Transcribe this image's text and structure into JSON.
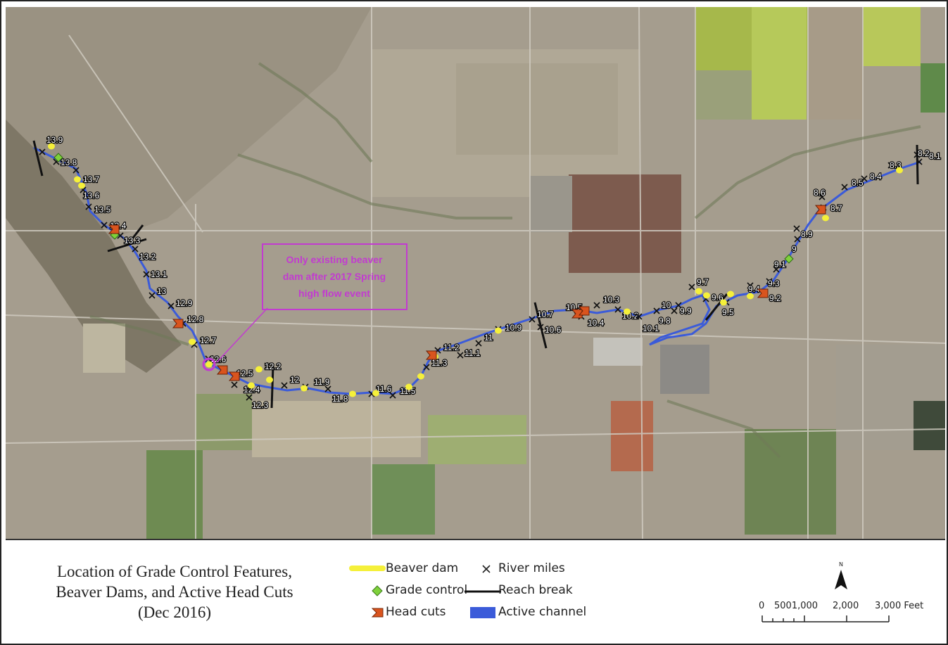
{
  "title_lines": [
    "Location of Grade Control Features,",
    "Beaver Dams, and Active Head Cuts",
    "(Dec 2016)"
  ],
  "annotation_lines": [
    "Only existing beaver",
    "dam after 2017 Spring",
    "high flow event"
  ],
  "legend": {
    "beaver_dam": "Beaver dam",
    "grade_control": "Grade control",
    "head_cuts": "Head cuts",
    "river_miles": "River miles",
    "reach_break": "Reach break",
    "active_channel": "Active channel"
  },
  "north_label": "N",
  "scale": {
    "labels": [
      "0",
      "5001,000",
      "2,000",
      "3,000 Feet"
    ]
  },
  "colors": {
    "beaver_dam": "#f5f03a",
    "grade_control": "#7fd13b",
    "head_cut": "#d9541e",
    "channel": "#3b5bd9",
    "annotation": "#c23bd0"
  },
  "river_miles": [
    {
      "label": "13.9"
    },
    {
      "label": "13.8"
    },
    {
      "label": "13.7"
    },
    {
      "label": "13.6"
    },
    {
      "label": "13.5"
    },
    {
      "label": "13.4"
    },
    {
      "label": "13.3"
    },
    {
      "label": "13.2"
    },
    {
      "label": "13.1"
    },
    {
      "label": "13"
    },
    {
      "label": "12.9"
    },
    {
      "label": "12.8"
    },
    {
      "label": "12.7"
    },
    {
      "label": "12.6"
    },
    {
      "label": "12.5"
    },
    {
      "label": "12.4"
    },
    {
      "label": "12.3"
    },
    {
      "label": "12.2"
    },
    {
      "label": "12"
    },
    {
      "label": "11.9"
    },
    {
      "label": "11.8"
    },
    {
      "label": "11.6"
    },
    {
      "label": "11.5"
    },
    {
      "label": "11.3"
    },
    {
      "label": "11.2"
    },
    {
      "label": "11.1"
    },
    {
      "label": "11"
    },
    {
      "label": "10.9"
    },
    {
      "label": "10.7"
    },
    {
      "label": "10.6"
    },
    {
      "label": "10.5"
    },
    {
      "label": "10.4"
    },
    {
      "label": "10.3"
    },
    {
      "label": "10.2"
    },
    {
      "label": "10.1"
    },
    {
      "label": "10"
    },
    {
      "label": "9.9"
    },
    {
      "label": "9.8"
    },
    {
      "label": "9.7"
    },
    {
      "label": "9.6"
    },
    {
      "label": "9.5"
    },
    {
      "label": "9.4"
    },
    {
      "label": "9.3"
    },
    {
      "label": "9.2"
    },
    {
      "label": "9.1"
    },
    {
      "label": "9"
    },
    {
      "label": "8.9"
    },
    {
      "label": "8.7"
    },
    {
      "label": "8.6"
    },
    {
      "label": "8.5"
    },
    {
      "label": "8.4"
    },
    {
      "label": "8.3"
    },
    {
      "label": "8.2"
    },
    {
      "label": "8.1"
    }
  ]
}
